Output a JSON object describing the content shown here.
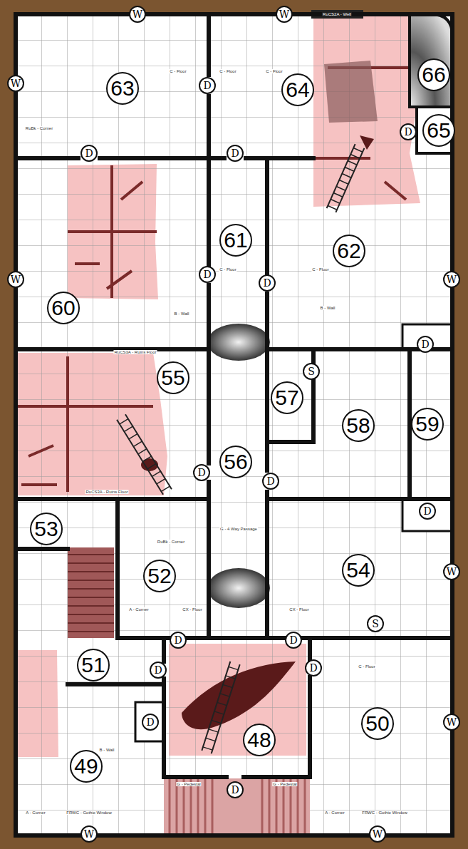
{
  "diagram": {
    "nodes": [
      {
        "text": [
          "W"
        ]
      },
      {
        "text": [
          "W"
        ]
      },
      {
        "text": [
          "66"
        ]
      },
      {
        "text": [
          "W"
        ]
      },
      {
        "text": [
          "D"
        ]
      },
      {
        "text": [
          "63"
        ]
      },
      {
        "text": [
          "64"
        ]
      },
      {
        "text": [
          "65"
        ]
      },
      {
        "text": [
          "D"
        ]
      },
      {
        "text": [
          "D"
        ]
      },
      {
        "text": [
          "D"
        ]
      },
      {
        "text": [
          "61"
        ]
      },
      {
        "text": [
          "62"
        ]
      },
      {
        "text": [
          "D"
        ]
      },
      {
        "text": [
          "W"
        ]
      },
      {
        "text": [
          "W"
        ]
      },
      {
        "text": [
          "D"
        ]
      },
      {
        "text": [
          "60"
        ]
      },
      {
        "text": [
          "D"
        ]
      },
      {
        "text": [
          "S"
        ]
      },
      {
        "text": [
          "55"
        ]
      },
      {
        "text": [
          "57"
        ]
      },
      {
        "text": [
          "59"
        ]
      },
      {
        "text": [
          "58"
        ]
      },
      {
        "text": [
          "56"
        ]
      },
      {
        "text": [
          "D"
        ]
      },
      {
        "text": [
          "D"
        ]
      },
      {
        "text": [
          "D"
        ]
      },
      {
        "text": [
          "53"
        ]
      },
      {
        "text": [
          "54"
        ]
      },
      {
        "text": [
          "W"
        ]
      },
      {
        "text": [
          "52"
        ]
      },
      {
        "text": [
          "S"
        ]
      },
      {
        "text": [
          "D"
        ]
      },
      {
        "text": [
          "D"
        ]
      },
      {
        "text": [
          "51"
        ]
      },
      {
        "text": [
          "D"
        ]
      },
      {
        "text": [
          "D"
        ]
      },
      {
        "text": [
          "D"
        ]
      },
      {
        "text": [
          "W"
        ]
      },
      {
        "text": [
          "50"
        ]
      },
      {
        "text": [
          "48"
        ]
      },
      {
        "text": [
          "49"
        ]
      },
      {
        "text": [
          "D"
        ]
      },
      {
        "text": [
          "W"
        ]
      },
      {
        "text": [
          "W"
        ]
      }
    ],
    "labels": [
      "RuCS2A - Well",
      "C - Floor",
      "C - Floor",
      "C - Floor",
      "RuBk - Corner",
      "C - Floor",
      "C - Floor",
      "B - Wall",
      "B - Wall",
      "RuCS3A - Ruins Floor",
      "RuCS3A - Ruins Floor",
      "G - 4 Way Passage",
      "RuBk - Corner",
      "A - Corner",
      "CX - Floor",
      "CX - Floor",
      "C - Floor",
      "B - Wall",
      "G - Pedestal",
      "G - Pedestal",
      "A - Corner",
      "FRWC - Gothic Window",
      "A - Corner",
      "FRWC - Gothic Window"
    ]
  }
}
